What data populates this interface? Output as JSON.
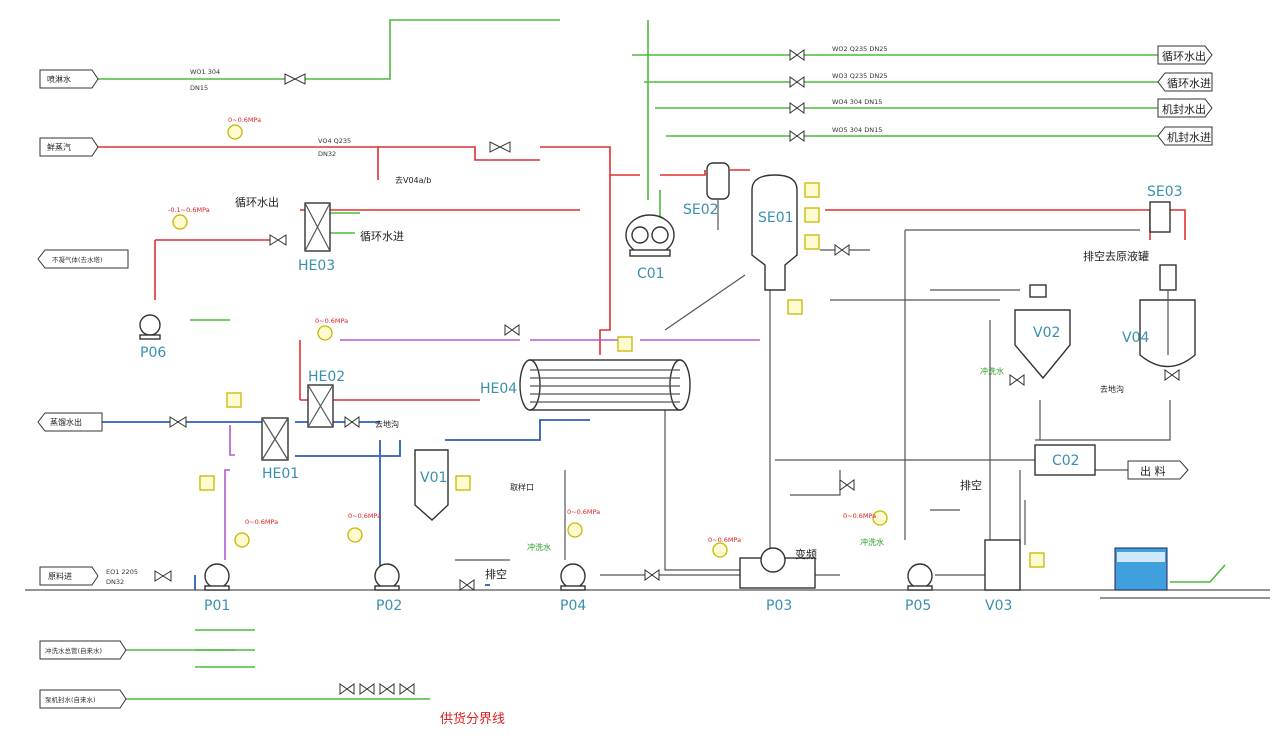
{
  "left_inputs": {
    "spray_water": "喷淋水",
    "fresh_steam": "鲜蒸汽",
    "noncondensable": "不凝气体(去水塔)",
    "distilled_out": "蒸馏水出",
    "feed_in": "原料进"
  },
  "right_outputs": {
    "cw_out": "循环水出",
    "cw_in": "循环水进",
    "seal_out": "机封水出",
    "seal_in": "机封水进",
    "discharge": "出 料"
  },
  "bottom_inputs": {
    "cleaning_water": "冲洗水总管(自来水)",
    "pump_seal": "泵机封水(自来水)"
  },
  "labels": {
    "cw_out_he03": "循环水出",
    "cw_in_he03": "循环水进",
    "to_drain_1": "去地沟",
    "vent_1": "排空",
    "vent_2": "排空",
    "vent_to_tank": "排空去原液罐",
    "sampling": "取样口",
    "flush_1": "冲洗水",
    "flush_2": "冲洗水",
    "flush_3": "冲洗水",
    "to_drain_2": "去地沟",
    "inverter": "变频",
    "boundary": "供货分界线",
    "v04a_b": "去V04a/b",
    "pressure_1": "0~0.6MPa",
    "pressure_2": "-0.1~0.6MPa",
    "pressure_3": "0~0.6MPa",
    "pressure_4": "0~0.6MPa",
    "pressure_5": "0~0.6MPa",
    "pressure_6": "0~0.6MPa",
    "pressure_7": "0~0.6MPa",
    "pressure_8": "0~0.6MPa",
    "pipe_wo1": "WO1 304",
    "pipe_wo1_dn": "DN15",
    "pipe_vo4": "VO4 Q235",
    "pipe_vo4_dn": "DN32",
    "pipe_w02": "WO2 Q235 DN25",
    "pipe_w03": "WO3 Q235 DN25",
    "pipe_w04": "WO4 304 DN15",
    "pipe_w05": "WO5 304 DN15",
    "pipe_feed": "EO1 2205",
    "pipe_feed_dn": "DN32"
  },
  "equipment": {
    "he03": "HE03",
    "c01": "C01",
    "se02": "SE02",
    "se01": "SE01",
    "se03": "SE03",
    "v02": "V02",
    "v04": "V04",
    "p06": "P06",
    "he02": "HE02",
    "he04": "HE04",
    "he01": "HE01",
    "v01": "V01",
    "c02": "C02",
    "p01": "P01",
    "p02": "P02",
    "p04": "P04",
    "p03": "P03",
    "p05": "P05",
    "v03": "V03"
  },
  "colors": {
    "water_green": "#4cbb3a",
    "steam_red": "#e03030",
    "liquid_blue": "#2f5fb5",
    "purple": "#b45ad0",
    "equipment_label": "#3a8fb0"
  }
}
